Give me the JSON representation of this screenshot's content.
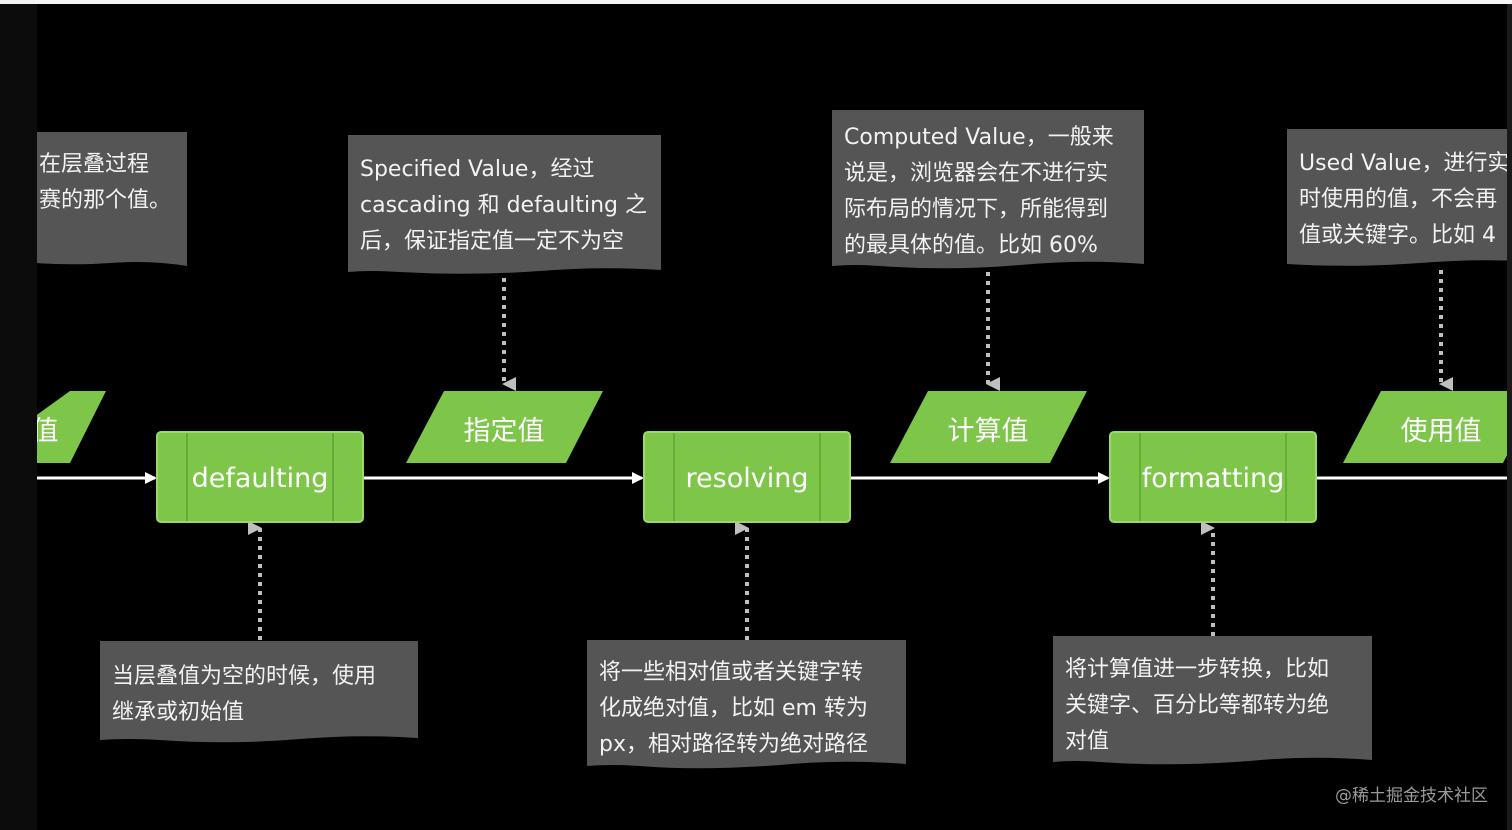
{
  "diagram": {
    "colors": {
      "background": "#000000",
      "green_fill": "#7dc64a",
      "green_stroke": "#9ad96a",
      "note_fill": "#555555",
      "arrow": "#ffffff",
      "dotted": "#bfbfbf"
    },
    "value_labels": [
      {
        "id": "partial",
        "text": "值"
      },
      {
        "id": "specified",
        "text": "指定值"
      },
      {
        "id": "computed",
        "text": "计算值"
      },
      {
        "id": "used",
        "text": "使用值"
      }
    ],
    "steps": [
      {
        "id": "defaulting",
        "text": "defaulting"
      },
      {
        "id": "resolving",
        "text": "resolving"
      },
      {
        "id": "formatting",
        "text": "formatting"
      }
    ],
    "top_notes": [
      {
        "id": "cascaded",
        "lines": [
          "在层叠过程",
          "赛的那个值。"
        ]
      },
      {
        "id": "specified",
        "lines": [
          "Specified Value，经过",
          "cascading 和 defaulting 之",
          "后，保证指定值一定不为空"
        ]
      },
      {
        "id": "computed",
        "lines": [
          "Computed Value，一般来",
          "说是，浏览器会在不进行实",
          "际布局的情况下，所能得到",
          "的最具体的值。比如 60%"
        ]
      },
      {
        "id": "used",
        "lines": [
          "Used Value，进行实",
          "时使用的值，不会再",
          "值或关键字。比如 4"
        ]
      }
    ],
    "bottom_notes": [
      {
        "id": "defaulting",
        "lines": [
          "当层叠值为空的时候，使用",
          "继承或初始值"
        ]
      },
      {
        "id": "resolving",
        "lines": [
          "将一些相对值或者关键字转",
          "化成绝对值，比如 em 转为",
          "px，相对路径转为绝对路径"
        ]
      },
      {
        "id": "formatting",
        "lines": [
          "将计算值进一步转换，比如",
          "关键字、百分比等都转为绝",
          "对值"
        ]
      }
    ]
  },
  "watermark": "@稀土掘金技术社区"
}
